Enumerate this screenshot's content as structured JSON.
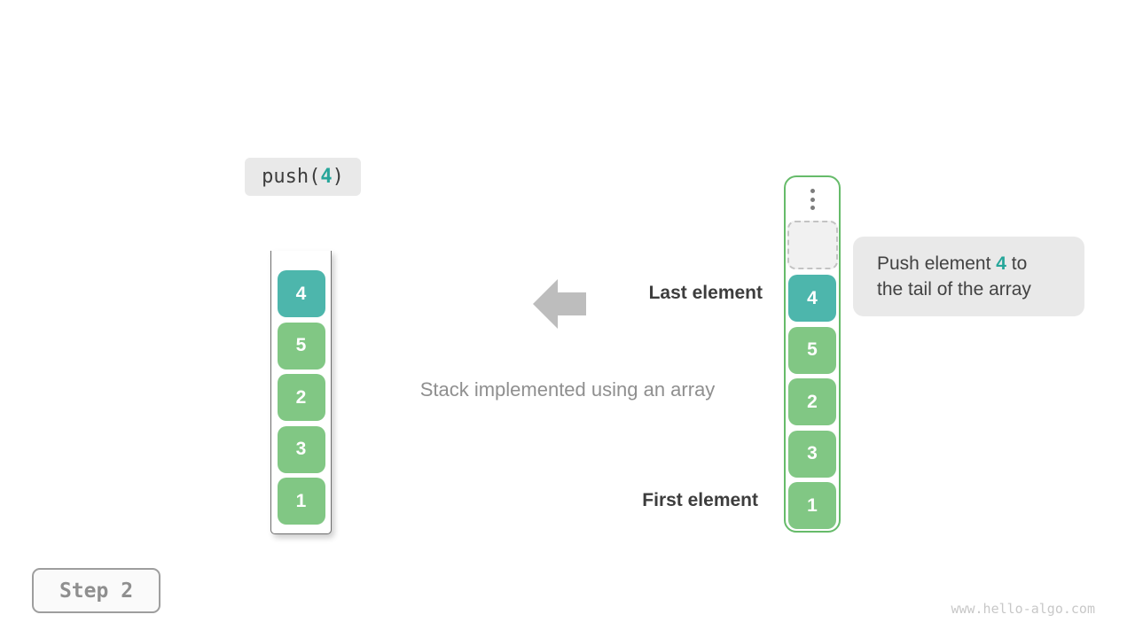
{
  "colors": {
    "teal": "#4db6ac",
    "green": "#81c784",
    "container_border_green": "#66bb6a",
    "accent_teal_text": "#26a69a",
    "dark_text": "#3d3d3d",
    "muted_text": "#8f8f8f",
    "arrow_gray": "#bdbdbd",
    "label_box_bg": "#e9e9e9"
  },
  "operation": {
    "prefix": "push(",
    "arg": "4",
    "suffix": ")"
  },
  "stack": {
    "items": [
      {
        "value": "4",
        "color": "teal"
      },
      {
        "value": "5",
        "color": "green"
      },
      {
        "value": "2",
        "color": "green"
      },
      {
        "value": "3",
        "color": "green"
      },
      {
        "value": "1",
        "color": "green"
      }
    ]
  },
  "labels": {
    "last_element": "Last element",
    "first_element": "First element",
    "caption": "Stack implemented using an array"
  },
  "tooltip": {
    "before": "Push element ",
    "value": "4",
    "after": " to",
    "line2": "the tail of the array"
  },
  "step_label": "Step 2",
  "watermark": "www.hello-algo.com"
}
